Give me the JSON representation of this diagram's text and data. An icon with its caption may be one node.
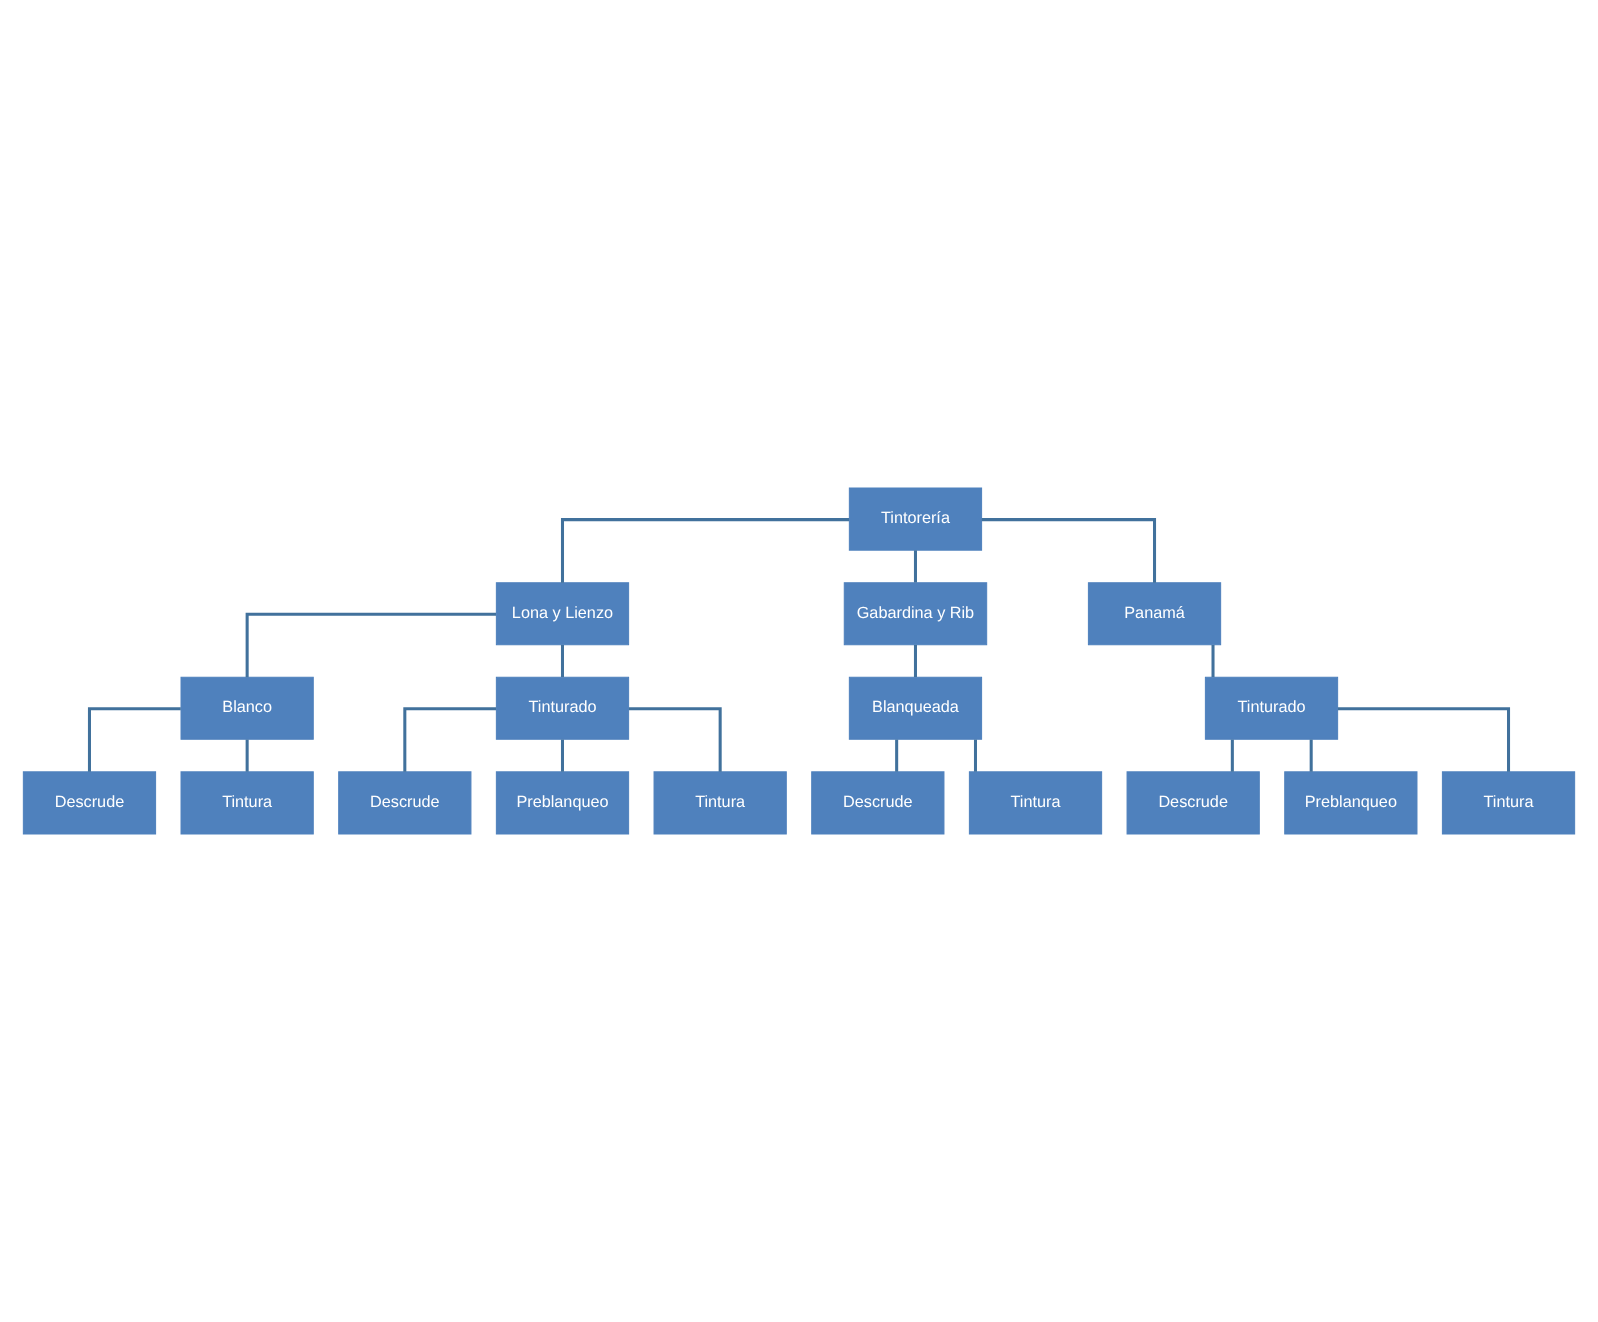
{
  "diagram": {
    "nodes": [
      {
        "text": [
          "Tintorería"
        ]
      },
      {
        "text": [
          "Lona y Lienzo"
        ]
      },
      {
        "text": [
          "Gabardina y Rib"
        ]
      },
      {
        "text": [
          "Panamá"
        ]
      },
      {
        "text": [
          "Blanco"
        ]
      },
      {
        "text": [
          "Tinturado"
        ]
      },
      {
        "text": [
          "Blanqueada"
        ]
      },
      {
        "text": [
          "Tinturado"
        ]
      },
      {
        "text": [
          "Descrude"
        ]
      },
      {
        "text": [
          "Tintura"
        ]
      },
      {
        "text": [
          "Descrude"
        ]
      },
      {
        "text": [
          "Preblanqueo"
        ]
      },
      {
        "text": [
          "Tintura"
        ]
      },
      {
        "text": [
          "Descrude"
        ]
      },
      {
        "text": [
          "Tintura"
        ]
      },
      {
        "text": [
          "Descrude"
        ]
      },
      {
        "text": [
          "Preblanqueo"
        ]
      },
      {
        "text": [
          "Tintura"
        ]
      }
    ],
    "edges": [
      {
        "from": 0,
        "to": 1,
        "arrow": "none"
      },
      {
        "from": 0,
        "to": 2,
        "arrow": "none"
      },
      {
        "from": 0,
        "to": 3,
        "arrow": "none"
      },
      {
        "from": 1,
        "to": 4,
        "arrow": "none"
      },
      {
        "from": 1,
        "to": 5,
        "arrow": "none"
      },
      {
        "from": 2,
        "to": 6,
        "arrow": "none"
      },
      {
        "from": 3,
        "to": 7,
        "arrow": "none"
      },
      {
        "from": 4,
        "to": 8,
        "arrow": "none"
      },
      {
        "from": 4,
        "to": 9,
        "arrow": "none"
      },
      {
        "from": 5,
        "to": 10,
        "arrow": "none"
      },
      {
        "from": 5,
        "to": 11,
        "arrow": "none"
      },
      {
        "from": 5,
        "to": 12,
        "arrow": "none"
      },
      {
        "from": 6,
        "to": 13,
        "arrow": "none"
      },
      {
        "from": 6,
        "to": 14,
        "arrow": "none"
      },
      {
        "from": 7,
        "to": 15,
        "arrow": "none"
      },
      {
        "from": 7,
        "to": 16,
        "arrow": "none"
      },
      {
        "from": 7,
        "to": 17,
        "arrow": "none"
      }
    ]
  }
}
